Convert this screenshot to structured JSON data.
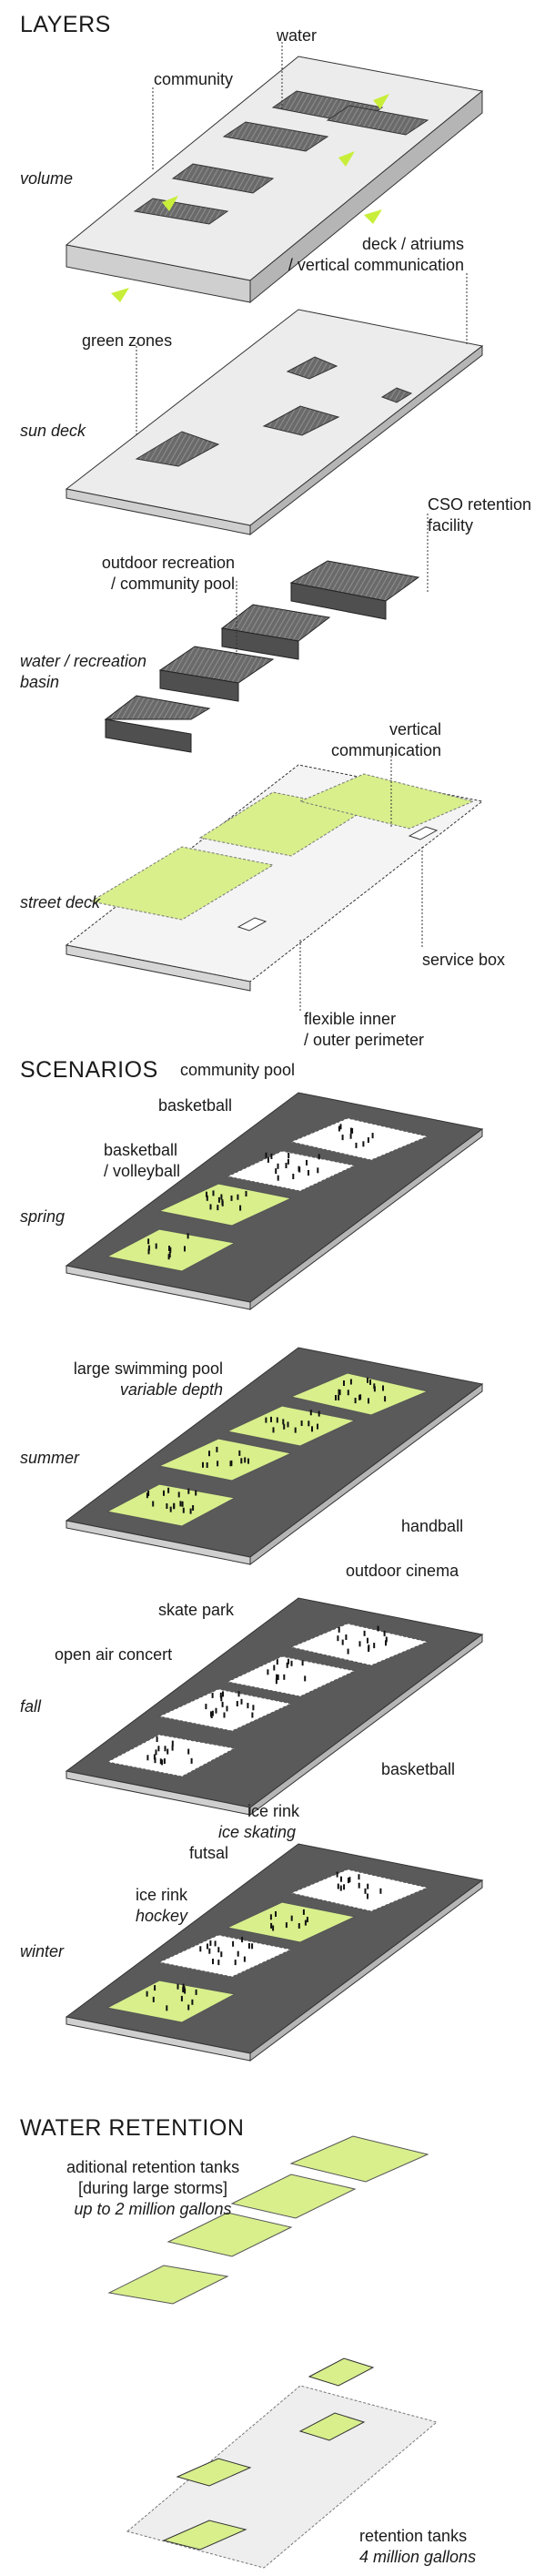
{
  "colors": {
    "dark_gray": "#5a5a5a",
    "mid_gray": "#8a8a8a",
    "light_gray": "#d9d9d9",
    "lime": "#d8ef8c",
    "accent": "#b8e645",
    "line": "#1a1a1a"
  },
  "sections": {
    "layers": "LAYERS",
    "scenarios": "SCENARIOS",
    "water_retention": "WATER RETENTION"
  },
  "layers": {
    "volume": {
      "label": "volume",
      "community": "community",
      "water": "water",
      "deck_1": "deck / atriums",
      "deck_2": "/ vertical communication"
    },
    "sun_deck": {
      "label": "sun deck",
      "green_zones": "green zones"
    },
    "water_basin": {
      "label_1": "water / recreation",
      "label_2": "basin",
      "outdoor_1": "outdoor recreation",
      "outdoor_2": "/ community pool",
      "cso_1": "CSO retention",
      "cso_2": "facility"
    },
    "street_deck": {
      "label": "street deck",
      "vertical_1": "vertical",
      "vertical_2": "communication",
      "service_box": "service box",
      "flexible_1": "flexible inner",
      "flexible_2": "/ outer perimeter"
    }
  },
  "scenarios": {
    "spring": {
      "label": "spring",
      "community_pool": "community pool",
      "basketball": "basketball",
      "bv_1": "basketball",
      "bv_2": "/ volleyball"
    },
    "summer": {
      "label": "summer",
      "pool_1": "large swimming pool",
      "pool_2": "variable depth"
    },
    "fall": {
      "label": "fall",
      "handball": "handball",
      "outdoor_cinema": "outdoor cinema",
      "skate_park": "skate park",
      "open_air_concert": "open air concert"
    },
    "winter": {
      "label": "winter",
      "basketball": "basketball",
      "ice_rink_1": "ice rink",
      "ice_skating": "ice skating",
      "futsal": "futsal",
      "ice_rink_2": "ice rink",
      "hockey": "hockey"
    }
  },
  "water_retention": {
    "additional_1": "aditional  retention tanks",
    "additional_2": "[during large storms]",
    "additional_3": "up to 2 million gallons",
    "tanks_1": "retention tanks",
    "tanks_2": "4 million gallons"
  }
}
